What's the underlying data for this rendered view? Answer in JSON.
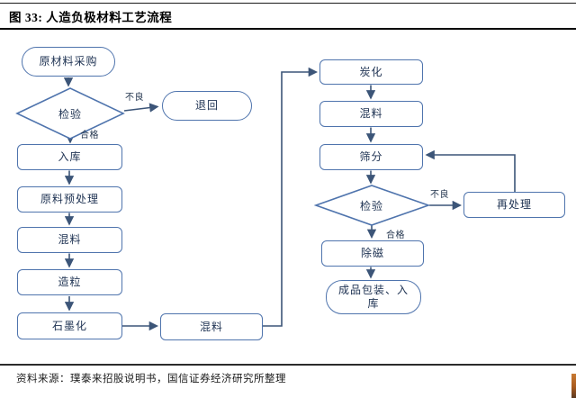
{
  "figure": {
    "title": "图 33:  人造负极材料工艺流程"
  },
  "source": {
    "label": "资料来源：璞泰来招股说明书，国信证券经济研究所整理"
  },
  "flowchart": {
    "nodes": {
      "start": "原材料采购",
      "inspect1": "检验",
      "return": "退回",
      "warehouse": "入库",
      "pretreat": "原料预处理",
      "mix1": "混料",
      "granulate": "造粒",
      "graphitize": "石墨化",
      "mix2": "混料",
      "carbonize": "炭化",
      "mix3": "混料",
      "sieve": "筛分",
      "inspect2": "检验",
      "reprocess": "再处理",
      "demag": "除磁",
      "final": "成品包装、入库"
    },
    "edge_labels": {
      "fail1": "不良",
      "pass1": "合格",
      "fail2": "不良",
      "pass2": "合格"
    },
    "colors": {
      "box_border": "#4f74ad",
      "box_text": "#203454",
      "connector": "#3c5578",
      "logo_accent": "#b4641f"
    }
  }
}
